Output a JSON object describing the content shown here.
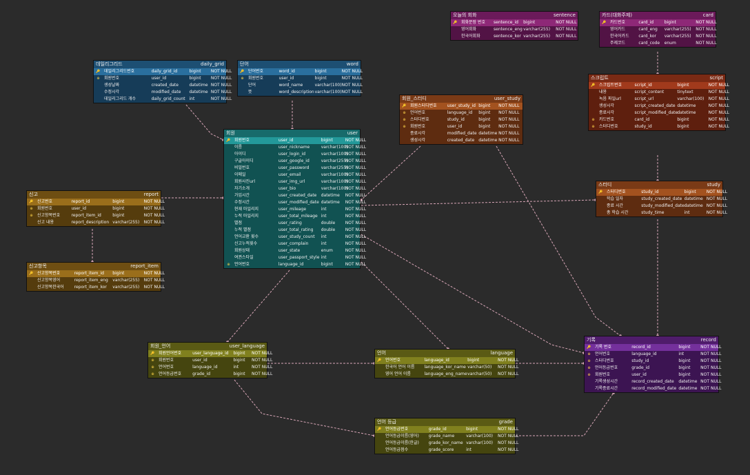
{
  "tables": {
    "daily_grid": {
      "kr": "데일리그리드",
      "en": "daily_grid",
      "color": "#1d4f73",
      "alt": "#163c58",
      "pk": "#2a6f9e",
      "rows": [
        {
          "key": "pk",
          "kr": "데일리그리드번호",
          "col": "daily_grid_id",
          "type": "bigint",
          "nn": "NOT NULL"
        },
        {
          "key": "fk",
          "kr": "회원번호",
          "col": "user_id",
          "type": "bigint",
          "nn": "NOT NULL"
        },
        {
          "key": "",
          "kr": "생성날짜",
          "col": "created_date",
          "type": "datetime",
          "nn": "NOT NULL"
        },
        {
          "key": "",
          "kr": "수정시각",
          "col": "modified_date",
          "type": "datetime",
          "nn": "NOT NULL"
        },
        {
          "key": "",
          "kr": "데일리그리드 개수",
          "col": "daily_grid_count",
          "type": "int",
          "nn": "NOT NULL"
        }
      ]
    },
    "word": {
      "kr": "단어",
      "en": "word",
      "color": "#1d4f73",
      "alt": "#163c58",
      "pk": "#2a6f9e",
      "rows": [
        {
          "key": "pk",
          "kr": "단어번호",
          "col": "word_id",
          "type": "bigint",
          "nn": "NOT NULL"
        },
        {
          "key": "fk",
          "kr": "회원번호",
          "col": "user_id",
          "type": "bigint",
          "nn": "NOT NULL"
        },
        {
          "key": "",
          "kr": "단어",
          "col": "word_name",
          "type": "varchar(100)",
          "nn": "NOT NULL"
        },
        {
          "key": "",
          "kr": "뜻",
          "col": "word_description",
          "type": "varchar(100)",
          "nn": "NOT NULL"
        }
      ]
    },
    "sentence": {
      "kr": "오늘의 회화",
      "en": "sentence",
      "color": "#6b1a5a",
      "alt": "#521345",
      "pk": "#8e2877",
      "rows": [
        {
          "key": "pk",
          "kr": "회화문장 번호",
          "col": "sentence_id",
          "type": "bigint",
          "nn": "NOT NULL"
        },
        {
          "key": "",
          "kr": "영어회화",
          "col": "sentence_eng",
          "type": "varchar(255)",
          "nn": "NOT NULL"
        },
        {
          "key": "",
          "kr": "한국어회화",
          "col": "sentence_kor",
          "type": "varchar(255)",
          "nn": "NOT NULL"
        }
      ]
    },
    "card": {
      "kr": "카드(대화주제)",
      "en": "card",
      "color": "#6b1a5a",
      "alt": "#521345",
      "pk": "#8e2877",
      "rows": [
        {
          "key": "pk",
          "kr": "카드번호",
          "col": "card_id",
          "type": "bigint",
          "nn": "NOT NULL"
        },
        {
          "key": "",
          "kr": "영어카드",
          "col": "card_eng",
          "type": "varchar(255)",
          "nn": "NOT NULL"
        },
        {
          "key": "",
          "kr": "한국어카드",
          "col": "card_kor",
          "type": "varchar(255)",
          "nn": "NOT NULL"
        },
        {
          "key": "",
          "kr": "주제코드",
          "col": "card_code",
          "type": "enum",
          "nn": "NOT NULL"
        }
      ]
    },
    "script": {
      "kr": "스크립트",
      "en": "script",
      "color": "#7a2a14",
      "alt": "#5e1f0e",
      "pk": "#a13a1c",
      "rows": [
        {
          "key": "pk",
          "kr": "스크립트번호",
          "col": "script_id",
          "type": "bigint",
          "nn": "NOT NULL"
        },
        {
          "key": "",
          "kr": "내용",
          "col": "script_content",
          "type": "tinytext",
          "nn": "NOT NULL"
        },
        {
          "key": "",
          "kr": "녹음 파일url",
          "col": "script_url",
          "type": "varchar(100)",
          "nn": "NOT NULL"
        },
        {
          "key": "",
          "kr": "생성시각",
          "col": "script_created_date",
          "type": "datetime",
          "nn": "NOT NULL"
        },
        {
          "key": "",
          "kr": "종료시각",
          "col": "script_modified_date",
          "type": "datetime",
          "nn": "NOT NULL"
        },
        {
          "key": "fk",
          "kr": "카드번호",
          "col": "card_id",
          "type": "bigint",
          "nn": "NOT NULL"
        },
        {
          "key": "fk",
          "kr": "스터디번호",
          "col": "study_id",
          "type": "bigint",
          "nn": "NOT NULL"
        }
      ]
    },
    "user_study": {
      "kr": "회원_스터디",
      "en": "user_study",
      "color": "#7a3a16",
      "alt": "#5e2c10",
      "pk": "#a3521f",
      "rows": [
        {
          "key": "pk",
          "kr": "회원스터디번호",
          "col": "user_study_id",
          "type": "bigint",
          "nn": "NOT NULL"
        },
        {
          "key": "fk",
          "kr": "언어번호",
          "col": "language_id",
          "type": "bigint",
          "nn": "NOT NULL"
        },
        {
          "key": "fk",
          "kr": "스터디번호",
          "col": "study_id",
          "type": "bigint",
          "nn": "NOT NULL"
        },
        {
          "key": "fk",
          "kr": "회원번호",
          "col": "user_id",
          "type": "bigint",
          "nn": "NOT NULL"
        },
        {
          "key": "",
          "kr": "종료시각",
          "col": "modified_date",
          "type": "datetime",
          "nn": "NOT NULL"
        },
        {
          "key": "",
          "kr": "생성시각",
          "col": "created_date",
          "type": "datetime",
          "nn": "NOT NULL"
        }
      ]
    },
    "user": {
      "kr": "회원",
      "en": "user",
      "color": "#176b6b",
      "alt": "#115252",
      "pk": "#23999a",
      "rows": [
        {
          "key": "pk",
          "kr": "회원번호",
          "col": "user_id",
          "type": "bigint",
          "nn": "NOT NULL"
        },
        {
          "key": "",
          "kr": "이름",
          "col": "user_nickname",
          "type": "varchar(100)",
          "nn": "NOT NULL"
        },
        {
          "key": "",
          "kr": "아이디",
          "col": "user_login_id",
          "type": "varchar(100)",
          "nn": "NOT NULL"
        },
        {
          "key": "",
          "kr": "구글아이디",
          "col": "user_google_id",
          "type": "varchar(255)",
          "nn": "NOT NULL"
        },
        {
          "key": "",
          "kr": "비밀번호",
          "col": "user_password",
          "type": "varchar(255)",
          "nn": "NOT NULL"
        },
        {
          "key": "",
          "kr": "이메일",
          "col": "user_email",
          "type": "varchar(100)",
          "nn": "NOT NULL"
        },
        {
          "key": "",
          "kr": "회원사진url",
          "col": "user_img_url",
          "type": "varchar(100)",
          "nn": "NOT NULL"
        },
        {
          "key": "",
          "kr": "자기소개",
          "col": "user_bio",
          "type": "varchar(100)",
          "nn": "NOT NULL"
        },
        {
          "key": "",
          "kr": "가입시간",
          "col": "user_created_date",
          "type": "datetime",
          "nn": "NOT NULL"
        },
        {
          "key": "",
          "kr": "수정시간",
          "col": "user_modified_date",
          "type": "datetime",
          "nn": "NOT NULL"
        },
        {
          "key": "",
          "kr": "현재 마일리지",
          "col": "user_mileage",
          "type": "int",
          "nn": "NOT NULL"
        },
        {
          "key": "",
          "kr": "누적 마일리지",
          "col": "user_total_mileage",
          "type": "int",
          "nn": "NOT NULL"
        },
        {
          "key": "",
          "kr": "별점",
          "col": "user_rating",
          "type": "double",
          "nn": "NOT NULL"
        },
        {
          "key": "",
          "kr": "누적 별점",
          "col": "user_total_rating",
          "type": "double",
          "nn": "NOT NULL"
        },
        {
          "key": "",
          "kr": "언어교환 횟수",
          "col": "user_study_count",
          "type": "int",
          "nn": "NOT NULL"
        },
        {
          "key": "",
          "kr": "신고누적횟수",
          "col": "user_complain",
          "type": "int",
          "nn": "NOT NULL"
        },
        {
          "key": "",
          "kr": "회원상태",
          "col": "user_state",
          "type": "enum",
          "nn": "NOT NULL"
        },
        {
          "key": "",
          "kr": "여권스타일",
          "col": "user_passport_style",
          "type": "int",
          "nn": "NOT NULL"
        },
        {
          "key": "fk",
          "kr": "언어번호",
          "col": "language_id",
          "type": "bigint",
          "nn": "NOT NULL"
        }
      ]
    },
    "report": {
      "kr": "신고",
      "en": "report",
      "color": "#6e4e12",
      "alt": "#553c0d",
      "pk": "#9a6e1b",
      "rows": [
        {
          "key": "pk",
          "kr": "신고번호",
          "col": "report_id",
          "type": "bigint",
          "nn": "NOT NULL"
        },
        {
          "key": "fk",
          "kr": "회원번호",
          "col": "user_id",
          "type": "bigint",
          "nn": "NOT NULL"
        },
        {
          "key": "fk",
          "kr": "신고항목번호",
          "col": "report_item_id",
          "type": "bigint",
          "nn": "NOT NULL"
        },
        {
          "key": "",
          "kr": "신고 내용",
          "col": "report_description",
          "type": "varchar(255)",
          "nn": "NOT NULL"
        }
      ]
    },
    "report_item": {
      "kr": "신고항목",
      "en": "report_item",
      "color": "#6e4e12",
      "alt": "#553c0d",
      "pk": "#9a6e1b",
      "rows": [
        {
          "key": "pk",
          "kr": "신고항목번호",
          "col": "report_item_id",
          "type": "bigint",
          "nn": "NOT NULL"
        },
        {
          "key": "",
          "kr": "신고항목영어",
          "col": "report_item_eng",
          "type": "varchar(255)",
          "nn": "NOT NULL"
        },
        {
          "key": "",
          "kr": "신고항목한국어",
          "col": "report_item_kor",
          "type": "varchar(255)",
          "nn": "NOT NULL"
        }
      ]
    },
    "study": {
      "kr": "스터디",
      "en": "study",
      "color": "#7a3a16",
      "alt": "#5e2c10",
      "pk": "#a3521f",
      "rows": [
        {
          "key": "pk",
          "kr": "스터디번호",
          "col": "study_id",
          "type": "bigint",
          "nn": "NOT NULL"
        },
        {
          "key": "",
          "kr": "학습 일자",
          "col": "study_created_date",
          "type": "datetime",
          "nn": "NOT NULL"
        },
        {
          "key": "",
          "kr": "종료 시간",
          "col": "study_modified_date",
          "type": "datetime",
          "nn": "NOT NULL"
        },
        {
          "key": "",
          "kr": "총 학습 시간",
          "col": "study_time",
          "type": "int",
          "nn": "NOT NULL"
        }
      ]
    },
    "user_language": {
      "kr": "회원_언어",
      "en": "user_language",
      "color": "#5a5a14",
      "alt": "#45450f",
      "pk": "#80801e",
      "rows": [
        {
          "key": "pk",
          "kr": "회원언어번호",
          "col": "user_language_id",
          "type": "bigint",
          "nn": "NOT NULL"
        },
        {
          "key": "fk",
          "kr": "회원번호",
          "col": "user_id",
          "type": "bigint",
          "nn": "NOT NULL"
        },
        {
          "key": "fk",
          "kr": "언어번호",
          "col": "language_id",
          "type": "int",
          "nn": "NOT NULL"
        },
        {
          "key": "fk",
          "kr": "언어등급번호",
          "col": "grade_id",
          "type": "bigint",
          "nn": "NOT NULL"
        }
      ]
    },
    "language": {
      "kr": "언어",
      "en": "language",
      "color": "#5a5a14",
      "alt": "#45450f",
      "pk": "#80801e",
      "rows": [
        {
          "key": "pk",
          "kr": "언어번호",
          "col": "language_id",
          "type": "bigint",
          "nn": "NOT NULL"
        },
        {
          "key": "",
          "kr": "한국어 언어 이름",
          "col": "language_kor_name",
          "type": "varchar(50)",
          "nn": "NOT NULL"
        },
        {
          "key": "",
          "kr": "영어 언어 이름",
          "col": "language_eng_name",
          "type": "varchar(50)",
          "nn": "NOT NULL"
        }
      ]
    },
    "record": {
      "kr": "기록",
      "en": "record",
      "color": "#4f1c6b",
      "alt": "#3c1452",
      "pk": "#74309c",
      "rows": [
        {
          "key": "pk",
          "kr": "기록 번호",
          "col": "record_id",
          "type": "bigint",
          "nn": "NOT NULL"
        },
        {
          "key": "fk",
          "kr": "언어번호",
          "col": "language_id",
          "type": "int",
          "nn": "NOT NULL"
        },
        {
          "key": "fk",
          "kr": "스터디번호",
          "col": "study_id",
          "type": "bigint",
          "nn": "NOT NULL"
        },
        {
          "key": "fk",
          "kr": "언어등급번호",
          "col": "grade_id",
          "type": "bigint",
          "nn": "NOT NULL"
        },
        {
          "key": "fk",
          "kr": "회원번호",
          "col": "user_id",
          "type": "bigint",
          "nn": "NOT NULL"
        },
        {
          "key": "",
          "kr": "기록생성시간",
          "col": "record_created_date",
          "type": "datetime",
          "nn": "NOT NULL"
        },
        {
          "key": "",
          "kr": "기록종료시간",
          "col": "record_modified_date",
          "type": "datetime",
          "nn": "NOT NULL"
        }
      ]
    },
    "grade": {
      "kr": "언어 등급",
      "en": "grade",
      "color": "#5a5a14",
      "alt": "#45450f",
      "pk": "#80801e",
      "rows": [
        {
          "key": "pk",
          "kr": "언어등급번호",
          "col": "grade_id",
          "type": "bigint",
          "nn": "NOT NULL"
        },
        {
          "key": "",
          "kr": "언어등급이름(영어)",
          "col": "grade_name",
          "type": "varchar(100)",
          "nn": "NOT NULL"
        },
        {
          "key": "",
          "kr": "언어등급이름(한글)",
          "col": "grade_kor_name",
          "type": "varchar(100)",
          "nn": "NOT NULL"
        },
        {
          "key": "",
          "kr": "언어등급점수",
          "col": "grade_score",
          "type": "int",
          "nn": "NOT NULL"
        }
      ]
    }
  },
  "key_badges": {
    "pk": "🔑",
    "fk": "⊕"
  },
  "link_color": "#d9a7b8"
}
